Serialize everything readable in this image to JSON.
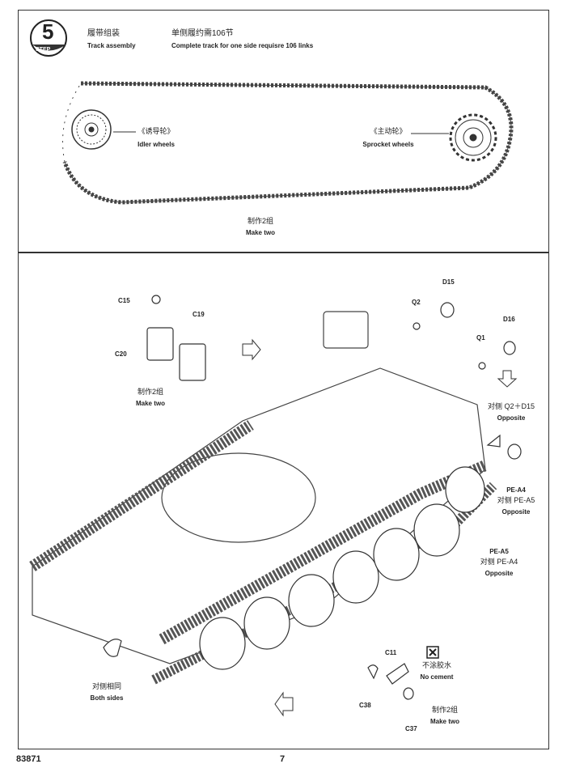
{
  "step": {
    "number": "5",
    "word": "STEP"
  },
  "track_assembly": {
    "title_cn": "履带组装",
    "title_en": "Track assembly"
  },
  "track_note": {
    "cn": "单侧履约需106节",
    "en": "Complete track for one side requisre 106 links"
  },
  "idler": {
    "cn": "《诱导轮》",
    "en": "Idler wheels"
  },
  "sprocket": {
    "cn": "《主动轮》",
    "en": "Sprocket wheels"
  },
  "make_two_top": {
    "cn": "制作2组",
    "en": "Make two"
  },
  "parts": {
    "c15": "C15",
    "c19": "C19",
    "c20": "C20",
    "d15": "D15",
    "q2": "Q2",
    "d16": "D16",
    "q1": "Q1",
    "c11": "C11",
    "c38": "C38",
    "c37": "C37"
  },
  "make_two_left": {
    "cn": "制作2组",
    "en": "Make two"
  },
  "opposite_q2": {
    "cn": "对侧 Q2＋D15",
    "en": "Opposite"
  },
  "pe_a4": {
    "line1": "PE-A4",
    "line2": "对侧 PE-A5",
    "line3": "Opposite"
  },
  "pe_a5": {
    "line1": "PE-A5",
    "line2": "对侧 PE-A4",
    "line3": "Opposite"
  },
  "both_sides": {
    "cn": "对侧相同",
    "en": "Both sides"
  },
  "no_cement": {
    "cn": "不涂胶水",
    "en": "No cement"
  },
  "make_two_bottom": {
    "cn": "制作2组",
    "en": "Make two"
  },
  "footer": {
    "code": "83871",
    "page": "7"
  }
}
